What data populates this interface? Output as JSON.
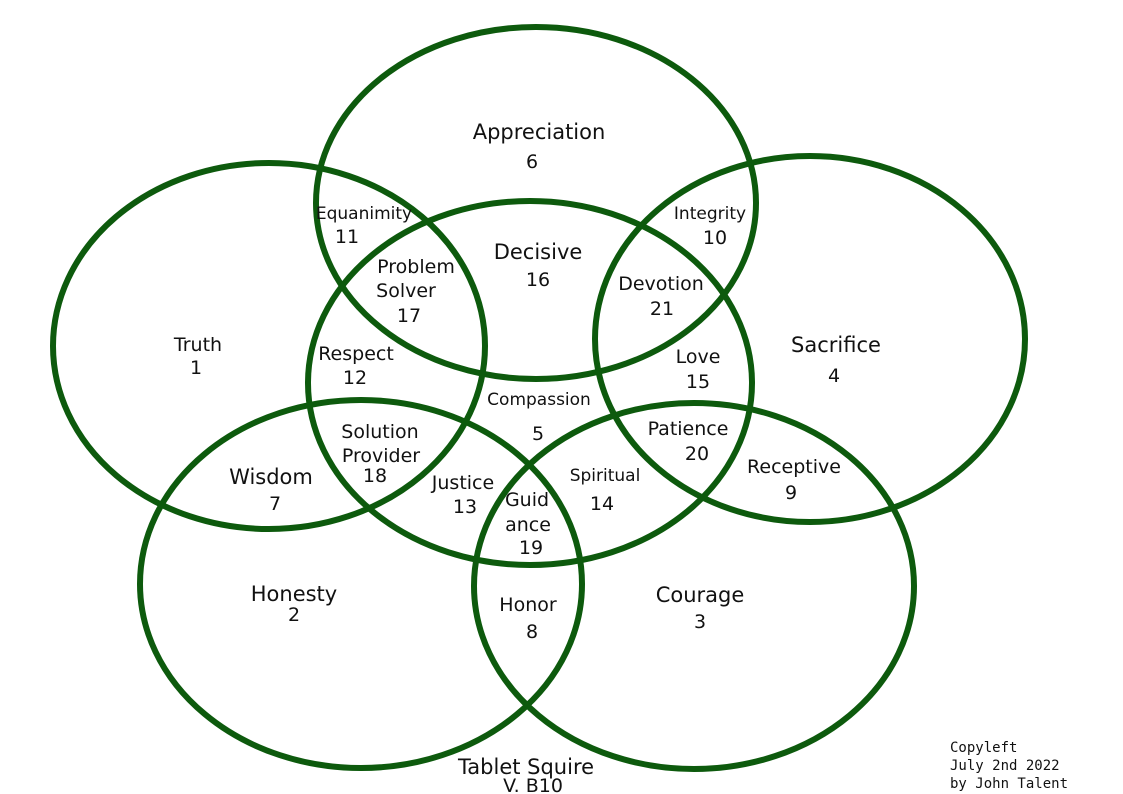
{
  "colors": {
    "ring": "#0d5a0d",
    "text": "#111111",
    "background": "#ffffff"
  },
  "regions": {
    "truth": {
      "label": "Truth",
      "number": "1"
    },
    "honesty": {
      "label": "Honesty",
      "number": "2"
    },
    "courage": {
      "label": "Courage",
      "number": "3"
    },
    "sacrifice": {
      "label": "Sacrifice",
      "number": "4"
    },
    "compassion": {
      "label": "Compassion",
      "number": "5"
    },
    "appreciation": {
      "label": "Appreciation",
      "number": "6"
    },
    "wisdom": {
      "label": "Wisdom",
      "number": "7"
    },
    "honor": {
      "label": "Honor",
      "number": "8"
    },
    "receptive": {
      "label": "Receptive",
      "number": "9"
    },
    "integrity": {
      "label": "Integrity",
      "number": "10"
    },
    "equanimity": {
      "label": "Equanimity",
      "number": "11"
    },
    "respect": {
      "label": "Respect",
      "number": "12"
    },
    "justice": {
      "label": "Justice",
      "number": "13"
    },
    "spiritual": {
      "label": "Spiritual",
      "number": "14"
    },
    "love": {
      "label": "Love",
      "number": "15"
    },
    "decisive": {
      "label": "Decisive",
      "number": "16"
    },
    "problem_solver": {
      "label_line1": "Problem",
      "label_line2": "Solver",
      "number": "17"
    },
    "solution_provider": {
      "label_line1": "Solution",
      "label_line2": "Provider",
      "number": "18"
    },
    "guidance": {
      "label_line1": "Guid",
      "label_line2": "ance",
      "number": "19"
    },
    "patience": {
      "label": "Patience",
      "number": "20"
    },
    "devotion": {
      "label": "Devotion",
      "number": "21"
    }
  },
  "footer": {
    "title": "Tablet Squire",
    "version": "V. B10"
  },
  "credit": {
    "line1": "Copyleft",
    "line2": "July 2nd 2022",
    "line3": "by John Talent"
  }
}
